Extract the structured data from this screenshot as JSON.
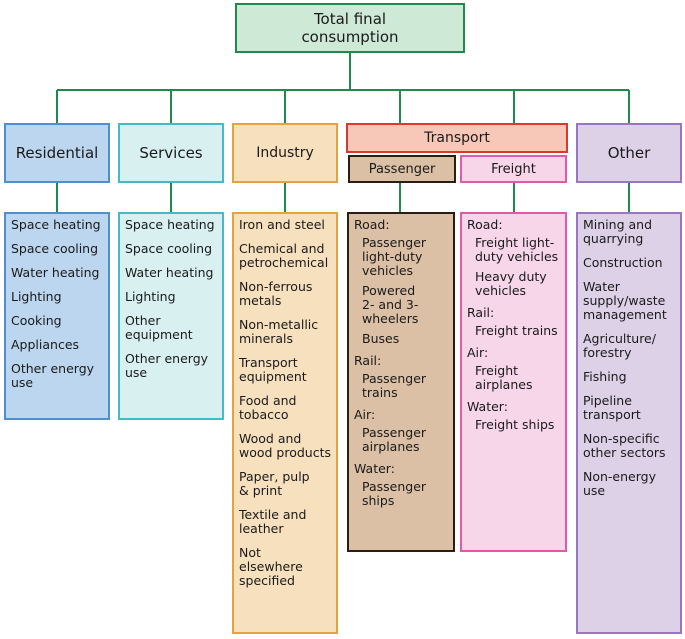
{
  "title": "Total final\nconsumption",
  "colors": {
    "connector": "#1f8a4c",
    "residential": "#bcd6f0",
    "services": "#d9f0f1",
    "industry": "#f7e0bd",
    "transport": "#f7c8b8",
    "passenger": "#dcc0a6",
    "freight": "#f7d6ea",
    "other": "#ddd1e8"
  },
  "sectors": {
    "residential": {
      "label": "Residential",
      "items": [
        "Space heating",
        "Space cooling",
        "Water heating",
        "Lighting",
        "Cooking",
        "Appliances",
        "Other energy\nuse"
      ]
    },
    "services": {
      "label": "Services",
      "items": [
        "Space heating",
        "Space cooling",
        "Water heating",
        "Lighting",
        "Other\nequipment",
        "Other energy\nuse"
      ]
    },
    "industry": {
      "label": "Industry",
      "items": [
        "Iron and steel",
        "Chemical and\npetrochemical",
        "Non-ferrous\nmetals",
        "Non-metallic\nminerals",
        "Transport\nequipment",
        "Food and\ntobacco",
        "Wood and\nwood products",
        "Paper, pulp\n& print",
        "Textile and\nleather",
        "Not\nelsewhere\nspecified"
      ]
    },
    "transport": {
      "label": "Transport",
      "passenger": {
        "label": "Passenger",
        "groups": [
          {
            "label": "Road:",
            "items": [
              "Passenger\nlight-duty\nvehicles",
              "Powered\n2- and 3-\nwheelers",
              "Buses"
            ]
          },
          {
            "label": "Rail:",
            "items": [
              "Passenger\ntrains"
            ]
          },
          {
            "label": "Air:",
            "items": [
              "Passenger\nairplanes"
            ]
          },
          {
            "label": "Water:",
            "items": [
              "Passenger\nships"
            ]
          }
        ]
      },
      "freight": {
        "label": "Freight",
        "groups": [
          {
            "label": "Road:",
            "items": [
              "Freight light-\nduty vehicles",
              "Heavy duty\nvehicles"
            ]
          },
          {
            "label": "Rail:",
            "items": [
              "Freight trains"
            ]
          },
          {
            "label": "Air:",
            "items": [
              "Freight\nairplanes"
            ]
          },
          {
            "label": "Water:",
            "items": [
              "Freight ships"
            ]
          }
        ]
      }
    },
    "other": {
      "label": "Other",
      "items": [
        "Mining and\nquarrying",
        "Construction",
        "Water\nsupply/waste\nmanagement",
        "Agriculture/\nforestry",
        "Fishing",
        "Pipeline\ntransport",
        "Non-specific\nother sectors",
        "Non-energy\nuse"
      ]
    }
  }
}
